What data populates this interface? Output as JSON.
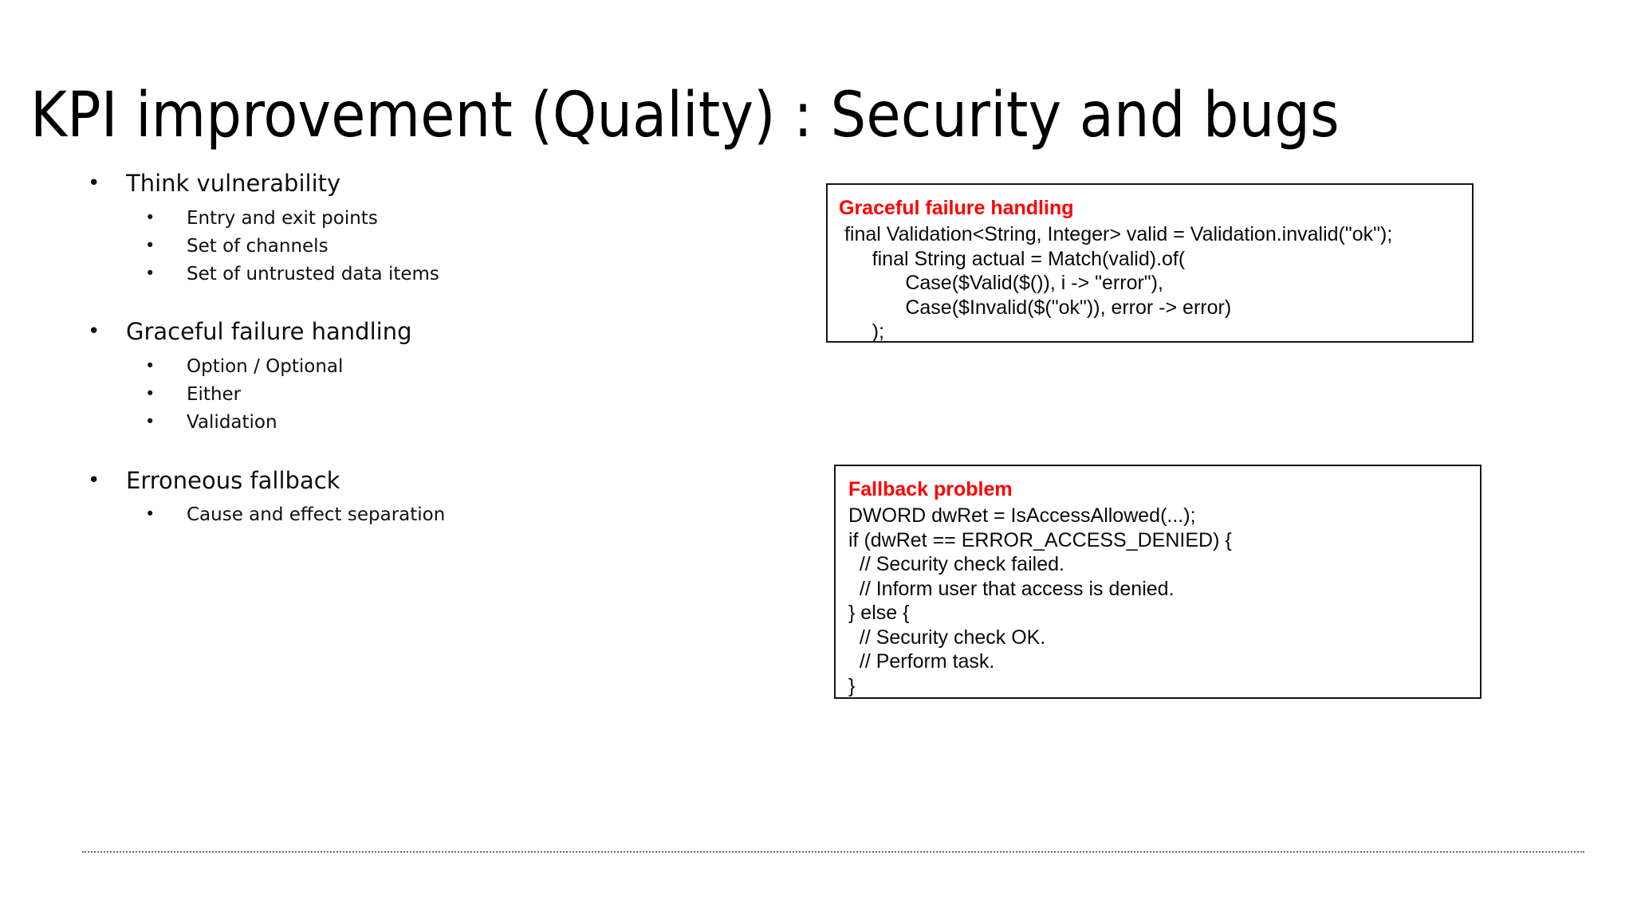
{
  "slide": {
    "title": "KPI improvement (Quality)  : Security and bugs",
    "background_color": "#ffffff",
    "accent_color": "#ff0000",
    "text_color": "#000000",
    "divider_color": "#6b6b6b"
  },
  "bullets": [
    {
      "label": "Think vulnerability",
      "marker": "•",
      "children": [
        {
          "label": "Entry and exit points",
          "marker": "•"
        },
        {
          "label": "Set of channels",
          "marker": "•"
        },
        {
          "label": "Set of untrusted data items",
          "marker": "•"
        }
      ]
    },
    {
      "label": "Graceful failure handling",
      "marker": "•",
      "children": [
        {
          "label": "Option / Optional",
          "marker": "•"
        },
        {
          "label": "Either",
          "marker": "•"
        },
        {
          "label": "Validation",
          "marker": "•"
        }
      ]
    },
    {
      "label": "Erroneous fallback",
      "marker": "•",
      "children": [
        {
          "label": "Cause and effect separation",
          "marker": "•"
        }
      ]
    }
  ],
  "code_boxes": [
    {
      "heading": "Graceful failure handling",
      "heading_color": "#ff0000",
      "lines": [
        " final Validation<String, Integer> valid = Validation.invalid(\"ok\");",
        "      final String actual = Match(valid).of(",
        "            Case($Valid($()), i -> \"error\"),",
        "            Case($Invalid($(\"ok\")), error -> error)",
        "      );"
      ]
    },
    {
      "heading": "Fallback problem",
      "heading_color": "#ff0000",
      "lines": [
        "DWORD dwRet = IsAccessAllowed(...);",
        "if (dwRet == ERROR_ACCESS_DENIED) {",
        "  // Security check failed.",
        "  // Inform user that access is denied.",
        "} else {",
        "  // Security check OK.",
        "  // Perform task.",
        "}"
      ]
    }
  ]
}
